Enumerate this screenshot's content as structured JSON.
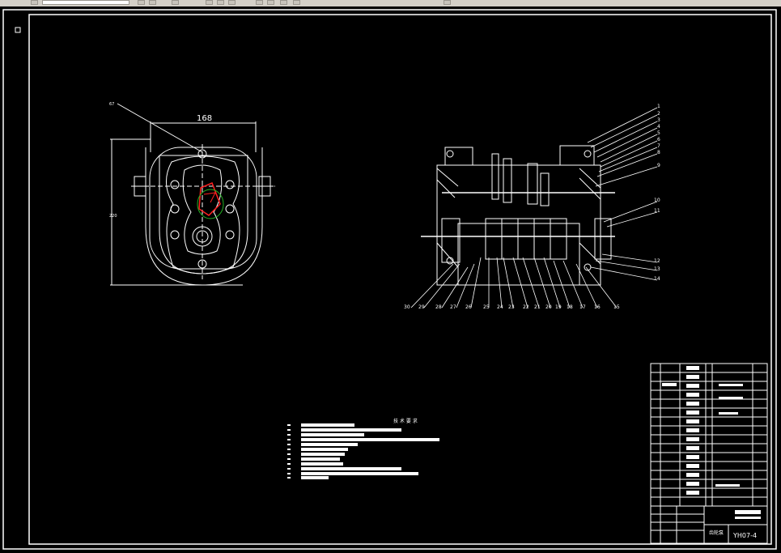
{
  "app": {
    "name": "CAD drawing viewer"
  },
  "toolbar": {
    "buttons": [
      "new",
      "open",
      "save",
      "print",
      "preview",
      "cut",
      "copy",
      "paste",
      "undo",
      "redo",
      "pan",
      "zoom",
      "properties"
    ]
  },
  "drawing": {
    "top_view": {
      "dim_width": "168",
      "dim_height": "220",
      "callout": "67"
    },
    "section_view": {
      "callouts_right": [
        "1",
        "2",
        "3",
        "4",
        "5",
        "6",
        "7",
        "8",
        "9",
        "10",
        "11",
        "12",
        "13",
        "14"
      ],
      "callouts_bottom": [
        "30",
        "29",
        "28",
        "27",
        "26",
        "25",
        "24",
        "23",
        "22",
        "21",
        "20",
        "19",
        "18",
        "17",
        "16",
        "15"
      ]
    },
    "notes": {
      "title": "技 术 要 求",
      "count": 12
    },
    "title_block": {
      "drawing_number": "YH07-4",
      "title": "齿轮泵"
    }
  },
  "colors": {
    "background": "#000000",
    "lines": "#ffffff",
    "accent_red": "#ff2020",
    "accent_green": "#22b222"
  }
}
